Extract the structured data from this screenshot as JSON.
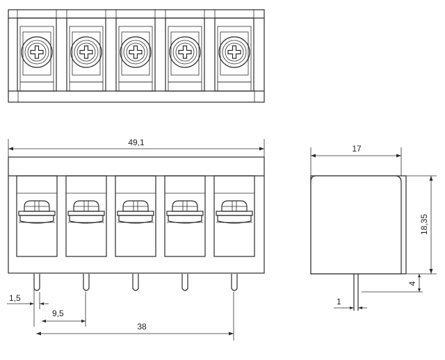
{
  "dimensions": {
    "overall_length": "49,1",
    "depth": "17",
    "height": "18,35",
    "pin_below": "4",
    "pin_thickness_side": "1",
    "pin_offset": "1,5",
    "pitch": "9,5",
    "pin_span": "38"
  },
  "positions": 5
}
